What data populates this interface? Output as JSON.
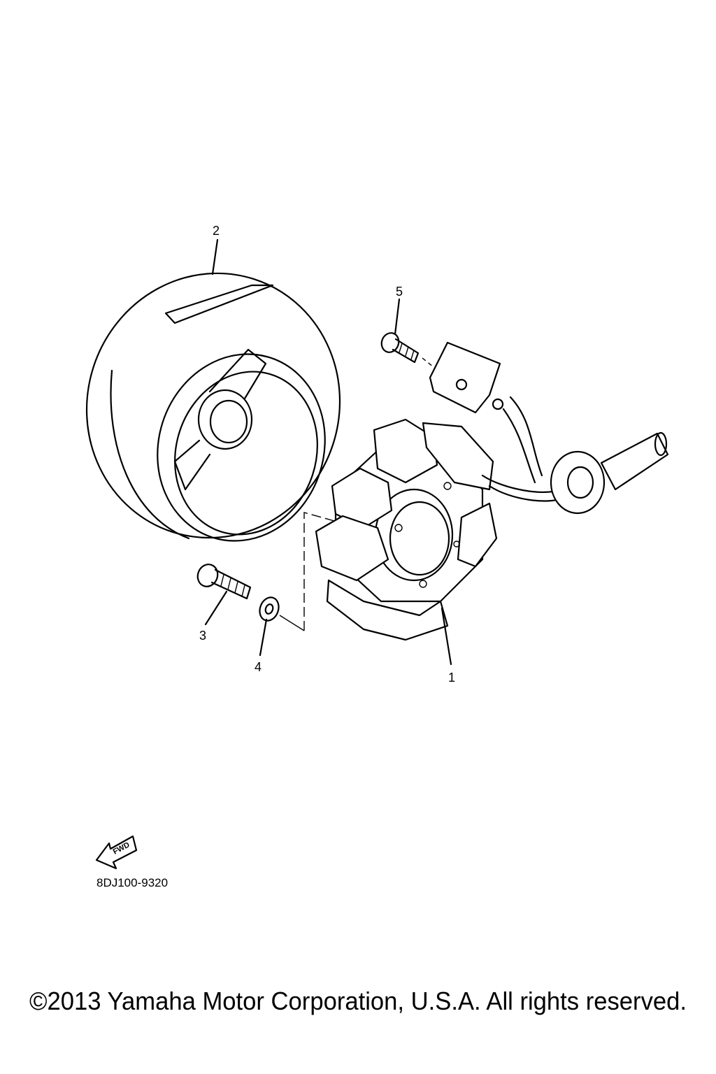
{
  "callouts": [
    "1",
    "2",
    "3",
    "4",
    "5"
  ],
  "fwd_label": "FWD",
  "diagram_code": "8DJ100-9320",
  "copyright": "©2013 Yamaha Motor Corporation, U.S.A. All rights reserved."
}
